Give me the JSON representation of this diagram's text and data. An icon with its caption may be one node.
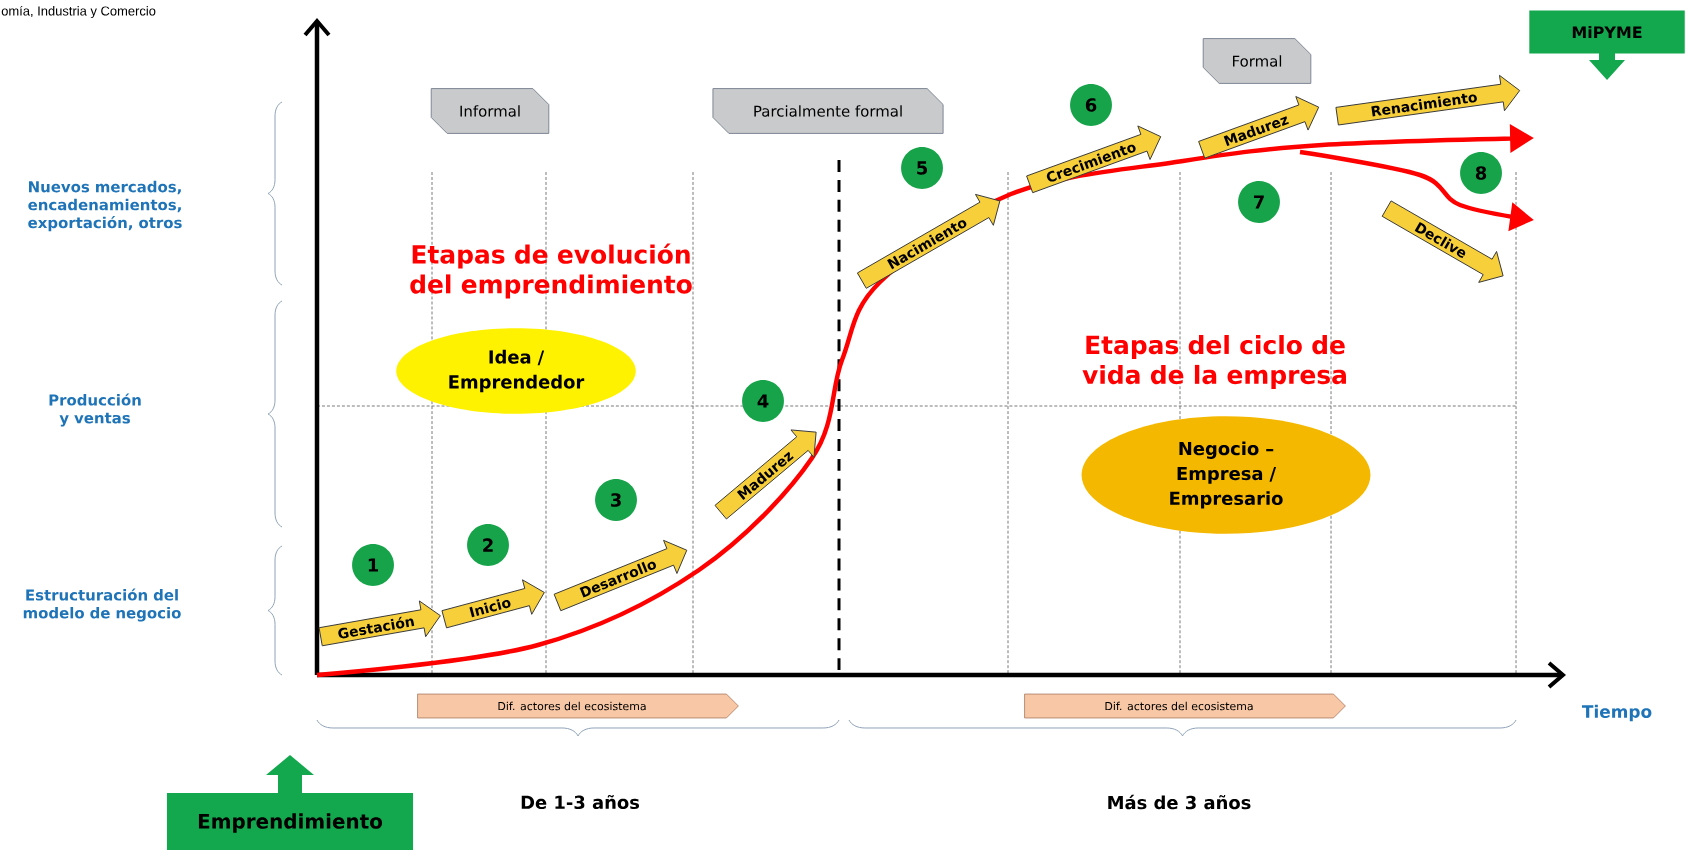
{
  "diagram": {
    "nodes": [
      {
        "text": [
          "Informal"
        ]
      },
      {
        "text": [
          "Parcialmente formal"
        ]
      },
      {
        "text": [
          "Formal"
        ]
      },
      {
        "text": [
          "MiPYME"
        ]
      },
      {
        "text": [
          "1"
        ]
      },
      {
        "text": [
          "2"
        ]
      },
      {
        "text": [
          "3"
        ]
      },
      {
        "text": [
          "4"
        ]
      },
      {
        "text": [
          "5"
        ]
      },
      {
        "text": [
          "6"
        ]
      },
      {
        "text": [
          "7"
        ]
      },
      {
        "text": [
          "8"
        ]
      },
      {
        "text": [
          "Gestación"
        ]
      },
      {
        "text": [
          "Inicio"
        ]
      },
      {
        "text": [
          "Desarrollo"
        ]
      },
      {
        "text": [
          "Madurez"
        ]
      },
      {
        "text": [
          "Nacimiento"
        ]
      },
      {
        "text": [
          "Crecimiento"
        ]
      },
      {
        "text": [
          "Madurez"
        ]
      },
      {
        "text": [
          "Renacimiento"
        ]
      },
      {
        "text": [
          "Declive"
        ]
      },
      {
        "text": [
          "Idea / Emprendedor"
        ]
      },
      {
        "text": [
          "Negocio – Empresa / Empresario"
        ]
      },
      {
        "text": [
          "Dif. actores del ecosistema"
        ]
      },
      {
        "text": [
          "Dif. actores del ecosistema"
        ]
      },
      {
        "text": [
          "Emprendimiento"
        ]
      }
    ],
    "labels": [
      "omía, Industria y Comercio",
      "Nuevos mercados, encadenamientos, exportación, otros",
      "Etapas de evolución del emprendimiento",
      "Producción y ventas",
      "Etapas del ciclo de vida de la empresa",
      "Estructuración del modelo de negocio",
      "Tiempo",
      "De 1-3 años",
      "Más de 3 años"
    ]
  }
}
